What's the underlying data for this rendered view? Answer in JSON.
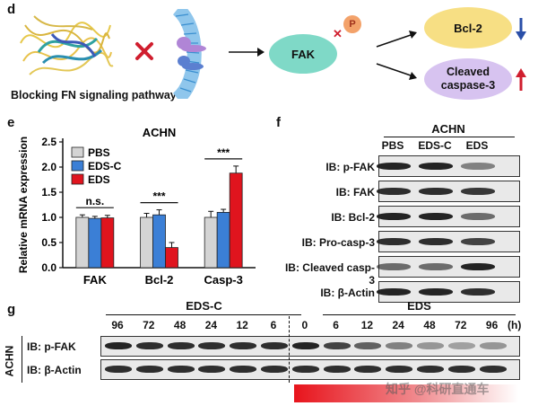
{
  "panel_d": {
    "label": "d",
    "caption": "Blocking FN signaling pathway",
    "fak": "FAK",
    "phospho": "P",
    "bcl2": "Bcl-2",
    "cleaved": "Cleaved caspase-3",
    "down_color": "#2a4fa8",
    "up_color": "#d01e2e"
  },
  "panel_e": {
    "label": "e"
  },
  "panel_f": {
    "label": "f",
    "title": "ACHN",
    "lanes": [
      "PBS",
      "EDS-C",
      "EDS"
    ],
    "rows": [
      "IB: p-FAK",
      "IB: FAK",
      "IB: Bcl-2",
      "IB: Pro-casp-3",
      "IB: Cleaved casp-3",
      "IB: β-Actin"
    ]
  },
  "panel_g": {
    "label": "g",
    "group1": "EDS-C",
    "group2": "EDS",
    "times": [
      "96",
      "72",
      "48",
      "24",
      "12",
      "6",
      "0",
      "6",
      "12",
      "24",
      "48",
      "72",
      "96"
    ],
    "unit": "(h)",
    "cell": "ACHN",
    "rows": [
      "IB: p-FAK",
      "IB: β-Actin"
    ]
  },
  "watermark": "知乎 @科研直通车",
  "chart_data": {
    "type": "bar",
    "title": "ACHN",
    "ylabel": "Relative mRNA expression",
    "xlabel": "",
    "ylim": [
      0,
      2.5
    ],
    "yticks": [
      "0.0",
      "0.5",
      "1.0",
      "1.5",
      "2.0",
      "2.5"
    ],
    "categories": [
      "FAK",
      "Bcl-2",
      "Casp-3"
    ],
    "series": [
      {
        "name": "PBS",
        "color": "#d4d4d4",
        "values": [
          1.0,
          1.0,
          1.0
        ],
        "errors": [
          0.05,
          0.08,
          0.12
        ]
      },
      {
        "name": "EDS-C",
        "color": "#3b7fd6",
        "values": [
          0.98,
          1.05,
          1.1
        ],
        "errors": [
          0.04,
          0.1,
          0.06
        ]
      },
      {
        "name": "EDS",
        "color": "#e0141e",
        "values": [
          0.99,
          0.4,
          1.88
        ],
        "errors": [
          0.05,
          0.1,
          0.14
        ]
      }
    ],
    "significance": [
      "n.s.",
      "***",
      "***"
    ],
    "legend_position": "top-left"
  }
}
